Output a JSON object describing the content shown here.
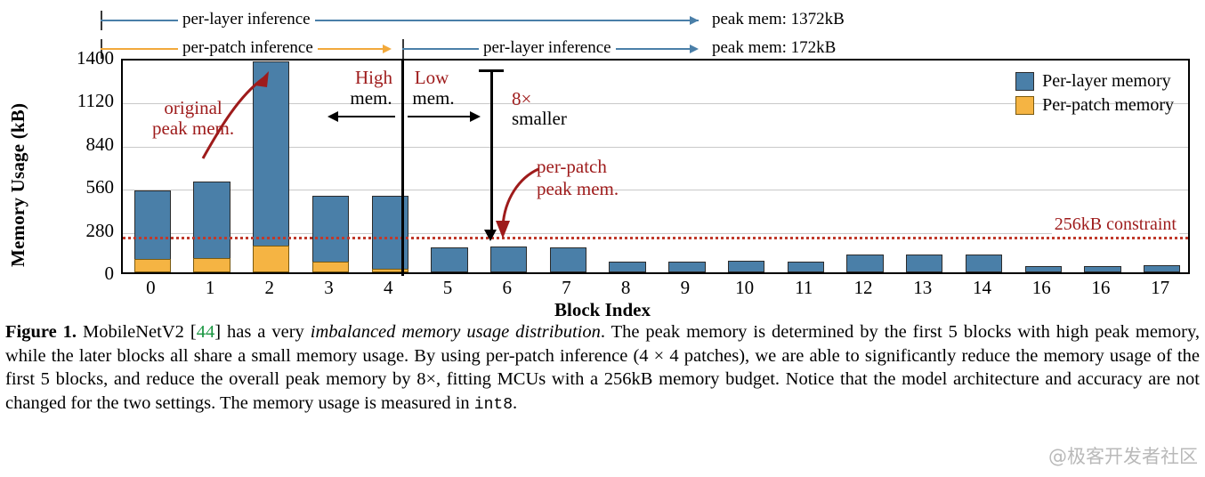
{
  "figure": {
    "yaxis_title": "Memory Usage (kB)",
    "xaxis_title": "Block Index",
    "legend": [
      {
        "label": "Per-layer memory",
        "color": "#4a7fa8",
        "key": "per-layer"
      },
      {
        "label": "Per-patch memory",
        "color": "#f5b443",
        "key": "per-patch"
      }
    ],
    "top_annotations": {
      "row1_label": "per-layer inference",
      "row1_peak": "peak mem: 1372kB",
      "row2_label_left": "per-patch inference",
      "row2_label_right": "per-layer inference",
      "row2_peak": "peak mem: 172kB"
    },
    "inplot_annotations": {
      "original_peak": "original\npeak mem.",
      "original_peak_line1": "original",
      "original_peak_line2": "peak mem.",
      "high_mem_line1": "High",
      "high_mem_line2": "mem.",
      "low_mem_line1": "Low",
      "low_mem_line2": "mem.",
      "smaller_factor": "8×",
      "smaller_word": "smaller",
      "perpatch_peak_line1": "per-patch",
      "perpatch_peak_line2": "peak mem.",
      "constraint_label": "256kB constraint"
    }
  },
  "chart_data": {
    "type": "bar",
    "title": "",
    "xlabel": "Block Index",
    "ylabel": "Memory Usage (kB)",
    "ylim": [
      0,
      1400
    ],
    "yticks": [
      0,
      280,
      560,
      840,
      1120,
      1400
    ],
    "grid": true,
    "legend_position": "top-right",
    "stacked": false,
    "categories": [
      "0",
      "1",
      "2",
      "3",
      "4",
      "5",
      "6",
      "7",
      "8",
      "9",
      "10",
      "11",
      "12",
      "13",
      "14",
      "16",
      "16",
      "17"
    ],
    "series": [
      {
        "name": "Per-layer memory",
        "color": "#4a7fa8",
        "values": [
          533,
          590,
          1372,
          500,
          500,
          160,
          165,
          160,
          70,
          72,
          74,
          70,
          113,
          115,
          115,
          40,
          40,
          48
        ]
      },
      {
        "name": "Per-patch memory",
        "color": "#f5b443",
        "values": [
          86,
          90,
          172,
          68,
          22,
          0,
          0,
          0,
          0,
          0,
          0,
          0,
          0,
          0,
          0,
          0,
          0,
          0
        ]
      }
    ],
    "annotations": [
      {
        "text": "256kB constraint",
        "type": "hline",
        "value": 256,
        "color": "#c0392b",
        "style": "dotted"
      },
      {
        "text": "original peak mem.",
        "points_to": "block 2 per-layer bar",
        "color": "#9e1b1b"
      },
      {
        "text": "per-patch peak mem.",
        "points_to": "256kB constraint near block 6",
        "color": "#9e1b1b"
      },
      {
        "text": "8× smaller",
        "type": "vertical-measure",
        "from": 1372,
        "to": 172
      },
      {
        "text": "High mem.",
        "region": "blocks 0-4",
        "color": "#9e1b1b"
      },
      {
        "text": "Low mem.",
        "region": "blocks 5-17",
        "color": "#9e1b1b"
      },
      {
        "text": "peak mem: 1372kB",
        "series": "per-layer"
      },
      {
        "text": "peak mem: 172kB",
        "series": "per-patch"
      }
    ]
  },
  "caption": {
    "figure_label": "Figure 1.",
    "part1": " MobileNetV2 [",
    "citation": "44",
    "part2": "] has a very ",
    "italic": "imbalanced memory usage distribution",
    "part3": ". The peak memory is determined by the first 5 blocks with high peak memory, while the later blocks all share a small memory usage. By using per-patch inference (4 × 4 patches), we are able to significantly reduce the memory usage of the first 5 blocks, and reduce the overall peak memory by 8×, fitting MCUs with a 256kB memory budget. Notice that the model architecture and accuracy are not changed for the two settings. The memory usage is measured in ",
    "mono": "int8",
    "part4": "."
  },
  "watermark": {
    "text": "@极客开发者社区"
  }
}
